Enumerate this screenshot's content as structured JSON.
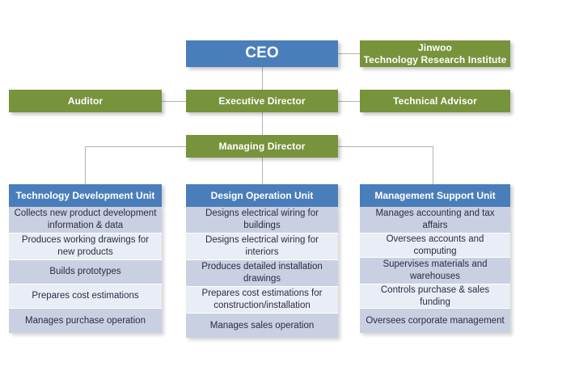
{
  "chart_data": {
    "type": "diagram",
    "title": "Organization Chart",
    "colors": {
      "executive_green": "#77933c",
      "unit_blue": "#4a7ebb",
      "row_dark": "#c9d0e2",
      "row_light": "#e9edf5",
      "connector": "#b3b3b3",
      "row_text": "#2d2b45",
      "node_text": "#ffffff"
    },
    "nodes": [
      {
        "id": "ceo",
        "label": "CEO",
        "color": "#4a7ebb",
        "level": 0
      },
      {
        "id": "research_institute",
        "label": "Jinwoo\nTechnology Research Institute",
        "color": "#77933c",
        "level": 0
      },
      {
        "id": "auditor",
        "label": "Auditor",
        "color": "#77933c",
        "level": 1
      },
      {
        "id": "executive_director",
        "label": "Executive Director",
        "color": "#77933c",
        "level": 1
      },
      {
        "id": "technical_advisor",
        "label": "Technical Advisor",
        "color": "#77933c",
        "level": 1
      },
      {
        "id": "managing_director",
        "label": "Managing Director",
        "color": "#77933c",
        "level": 2
      },
      {
        "id": "technology_development_unit",
        "label": "Technology Development Unit",
        "color": "#4a7ebb",
        "level": 3
      },
      {
        "id": "design_operation_unit",
        "label": "Design Operation Unit",
        "color": "#4a7ebb",
        "level": 3
      },
      {
        "id": "management_support_unit",
        "label": "Management Support Unit",
        "color": "#4a7ebb",
        "level": 3
      }
    ],
    "edges": [
      {
        "from": "ceo",
        "to": "research_institute"
      },
      {
        "from": "ceo",
        "to": "executive_director"
      },
      {
        "from": "executive_director",
        "to": "auditor"
      },
      {
        "from": "executive_director",
        "to": "technical_advisor"
      },
      {
        "from": "executive_director",
        "to": "managing_director"
      },
      {
        "from": "managing_director",
        "to": "technology_development_unit"
      },
      {
        "from": "managing_director",
        "to": "design_operation_unit"
      },
      {
        "from": "managing_director",
        "to": "management_support_unit"
      }
    ]
  },
  "top": {
    "ceo": "CEO",
    "institute_line1": "Jinwoo",
    "institute_line2": "Technology Research Institute"
  },
  "row2": {
    "auditor": "Auditor",
    "executive_director": "Executive Director",
    "technical_advisor": "Technical Advisor"
  },
  "row3": {
    "managing_director": "Managing Director"
  },
  "units": [
    {
      "header": "Technology Development Unit",
      "items": [
        "Collects new product development information & data",
        "Produces working drawings for new products",
        "Builds prototypes",
        "Prepares cost estimations",
        "Manages purchase operation"
      ]
    },
    {
      "header": "Design Operation Unit",
      "items": [
        "Designs electrical wiring for buildings",
        "Designs electrical wiring for interiors",
        "Produces detailed installation drawings",
        "Prepares cost estimations for construction/installation",
        "Manages sales operation"
      ]
    },
    {
      "header": "Management Support Unit",
      "items": [
        "Manages accounting and tax affairs",
        "Oversees accounts and computing",
        "Supervises materials and warehouses",
        "Controls purchase & sales funding",
        "Oversees corporate management"
      ]
    }
  ]
}
